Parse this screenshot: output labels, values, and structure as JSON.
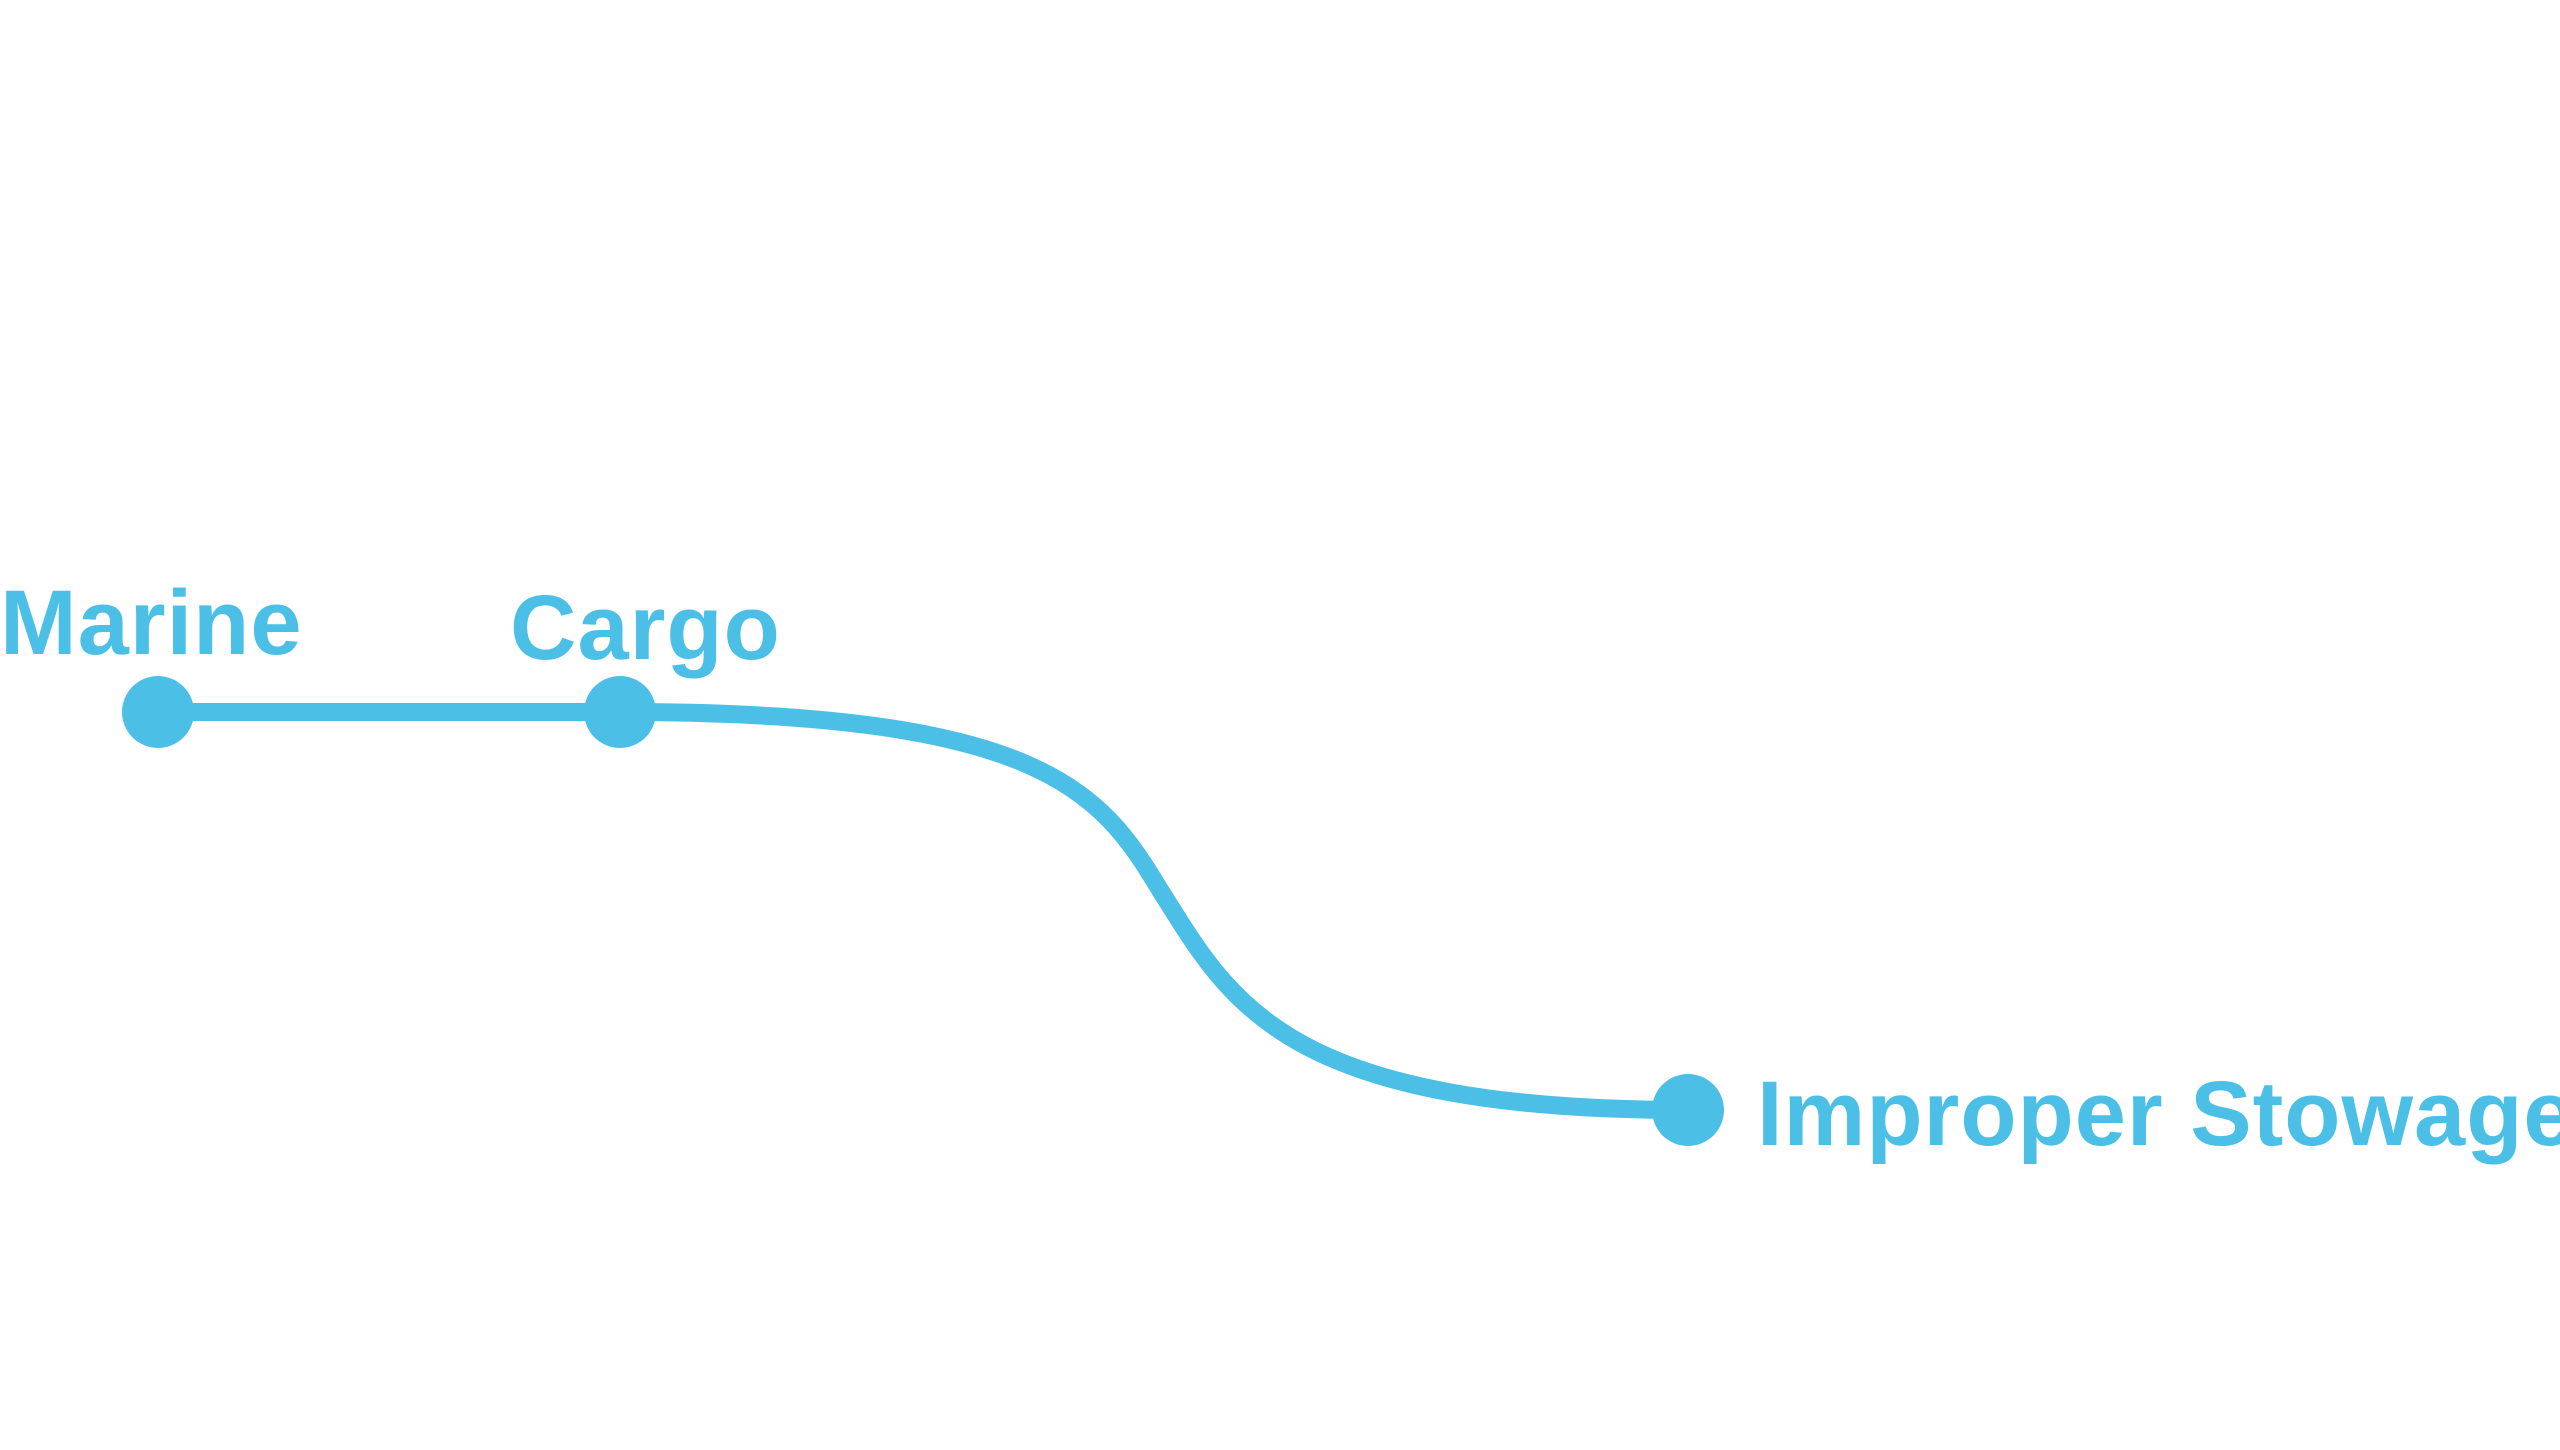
{
  "diagram": {
    "type": "path-tree",
    "accent_color": "#4bbfe6",
    "nodes": [
      {
        "id": "marine",
        "label": "Marine"
      },
      {
        "id": "cargo",
        "label": "Cargo"
      },
      {
        "id": "improper-stowage",
        "label": "Improper Stowage"
      }
    ],
    "edges": [
      {
        "from": "marine",
        "to": "cargo"
      },
      {
        "from": "cargo",
        "to": "improper-stowage"
      }
    ]
  }
}
